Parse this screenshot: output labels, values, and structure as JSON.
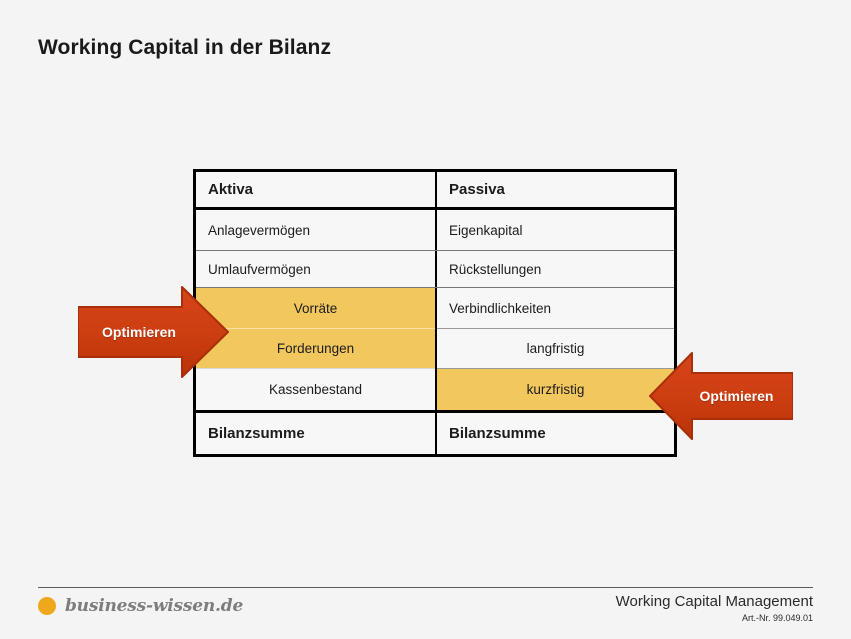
{
  "slide": {
    "title": "Working Capital in der Bilanz",
    "background_color": "#f4f4f4"
  },
  "colors": {
    "highlight": "#f2c75e",
    "arrow_red": "#cc3d10",
    "arrow_red_dark": "#a82f08",
    "logo_orange": "#efa81e",
    "border": "#000000"
  },
  "table": {
    "header": {
      "aktiva": "Aktiva",
      "passiva": "Passiva"
    },
    "rows": [
      {
        "left": "Anlagevermögen",
        "right": "Eigenkapital",
        "left_align": "left",
        "right_align": "left",
        "left_highlight": false,
        "right_highlight": false
      },
      {
        "left": "Umlaufvermögen",
        "right": "Rückstellungen",
        "left_align": "left",
        "right_align": "left",
        "left_highlight": false,
        "right_highlight": false
      },
      {
        "left": "Vorräte",
        "right": "Verbindlichkeiten",
        "left_align": "center",
        "right_align": "left",
        "left_highlight": true,
        "right_highlight": false
      },
      {
        "left": "Forderungen",
        "right": "langfristig",
        "left_align": "center",
        "right_align": "center",
        "left_highlight": true,
        "right_highlight": false
      },
      {
        "left": "Kassenbestand",
        "right": "kurzfristig",
        "left_align": "center",
        "right_align": "center",
        "left_highlight": false,
        "right_highlight": true
      }
    ],
    "summary": {
      "left": "Bilanzsumme",
      "right": "Bilanzsumme"
    }
  },
  "arrows": {
    "left": {
      "label": "Optimieren",
      "direction": "right"
    },
    "right": {
      "label": "Optimieren",
      "direction": "left"
    }
  },
  "footer": {
    "logo_text": "business-wissen.de",
    "product": "Working Capital Management",
    "article_number": "Art.-Nr. 99.049.01"
  }
}
